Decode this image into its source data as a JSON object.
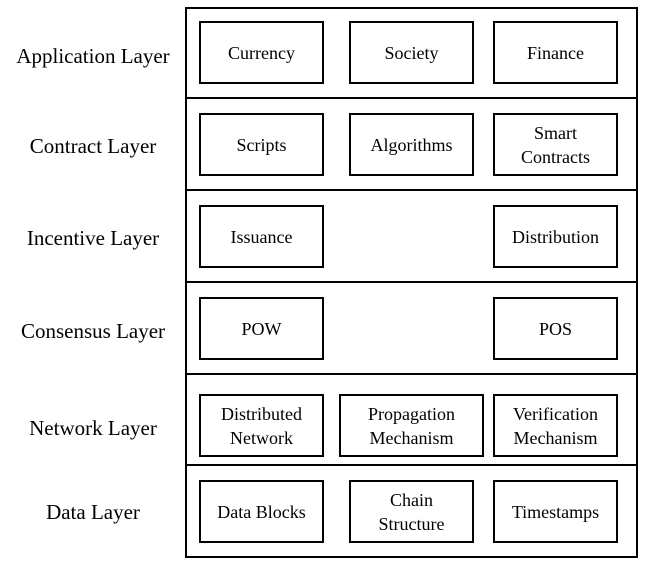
{
  "layers": [
    {
      "label": "Application Layer",
      "components": [
        {
          "lines": [
            "Currency"
          ]
        },
        {
          "lines": [
            "Society"
          ]
        },
        {
          "lines": [
            "Finance"
          ]
        }
      ]
    },
    {
      "label": "Contract Layer",
      "components": [
        {
          "lines": [
            "Scripts"
          ]
        },
        {
          "lines": [
            "Algorithms"
          ]
        },
        {
          "lines": [
            "Smart",
            "Contracts"
          ]
        }
      ]
    },
    {
      "label": "Incentive Layer",
      "components": [
        {
          "lines": [
            "Issuance"
          ]
        },
        {
          "lines": [
            "Distribution"
          ]
        }
      ]
    },
    {
      "label": "Consensus Layer",
      "components": [
        {
          "lines": [
            "POW"
          ]
        },
        {
          "lines": [
            "POS"
          ]
        }
      ]
    },
    {
      "label": "Network Layer",
      "components": [
        {
          "lines": [
            "Distributed",
            "Network"
          ]
        },
        {
          "lines": [
            "Propagation",
            "Mechanism"
          ]
        },
        {
          "lines": [
            "Verification",
            "Mechanism"
          ]
        }
      ]
    },
    {
      "label": "Data Layer",
      "components": [
        {
          "lines": [
            "Data Blocks"
          ]
        },
        {
          "lines": [
            "Chain",
            "Structure"
          ]
        },
        {
          "lines": [
            "Timestamps"
          ]
        }
      ]
    }
  ]
}
